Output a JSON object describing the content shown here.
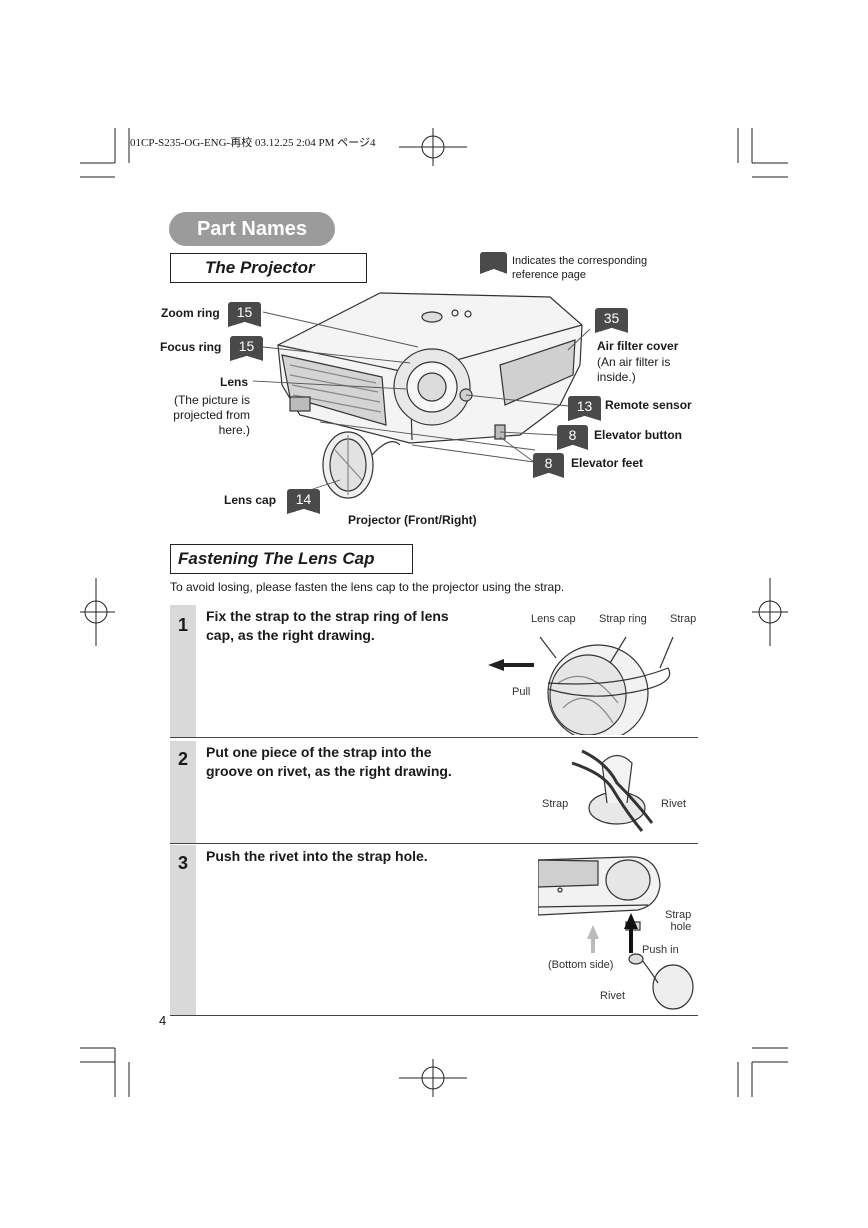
{
  "slug": "01CP-S235-OG-ENG-再校  03.12.25  2:04 PM  ページ4",
  "section_title": "Part Names",
  "projector_heading": "The Projector",
  "legend": {
    "text_line1": "Indicates the corresponding",
    "text_line2": "reference page"
  },
  "callouts": {
    "zoom_ring": {
      "label": "Zoom ring",
      "page": "15"
    },
    "focus_ring": {
      "label": "Focus ring",
      "page": "15"
    },
    "lens": {
      "label": "Lens",
      "note1": "(The picture is",
      "note2": "projected from",
      "note3": "here.)"
    },
    "lens_cap": {
      "label": "Lens cap",
      "page": "14"
    },
    "air_filter": {
      "label": "Air filter cover",
      "page": "35",
      "note1": "(An air filter is",
      "note2": "inside.)"
    },
    "remote_sensor": {
      "label": "Remote sensor",
      "page": "13"
    },
    "elevator_button": {
      "label": "Elevator button",
      "page": "8"
    },
    "elevator_feet": {
      "label": "Elevator feet",
      "page": "8"
    }
  },
  "projector_caption": "Projector (Front/Right)",
  "fastening_heading": "Fastening The Lens Cap",
  "intro": "To avoid losing, please fasten the lens cap to the projector using the strap.",
  "steps": [
    {
      "number": "1",
      "line1": "Fix the strap to the strap ring of lens",
      "line2": "cap, as the right drawing.",
      "labels": {
        "lens_cap": "Lens cap",
        "strap_ring": "Strap ring",
        "strap": "Strap",
        "pull": "Pull"
      }
    },
    {
      "number": "2",
      "line1": "Put one piece of the strap into the",
      "line2": "groove on rivet, as the right drawing.",
      "labels": {
        "strap": "Strap",
        "rivet": "Rivet"
      }
    },
    {
      "number": "3",
      "line1": "Push the rivet into the strap hole.",
      "labels": {
        "strap_hole1": "Strap",
        "strap_hole2": "hole",
        "push_in": "Push in",
        "bottom_side": "(Bottom side)",
        "rivet": "Rivet"
      }
    }
  ],
  "page_number": "4"
}
